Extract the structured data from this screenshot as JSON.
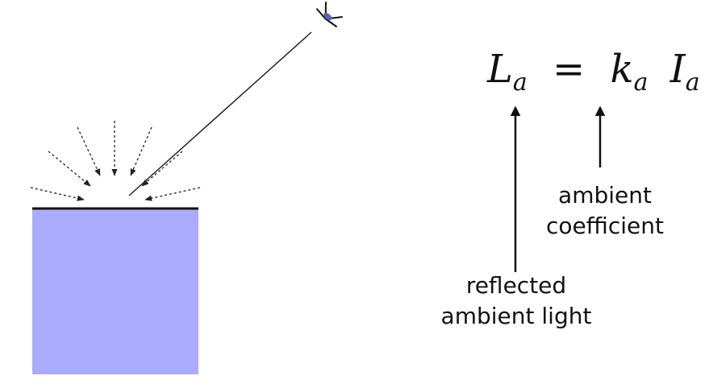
{
  "formula": {
    "lhs": "L",
    "lhs_sub": "a",
    "equals": "=",
    "k": "k",
    "k_sub": "a",
    "i": "I",
    "i_sub": "a"
  },
  "labels": {
    "coefficient_line1": "ambient",
    "coefficient_line2": "coefficient",
    "reflected_line1": "reflected",
    "reflected_line2": "ambient light"
  },
  "colors": {
    "surface_block": "#aaaaff",
    "surface_line": "#111111",
    "eye_pupil": "#5b62b8"
  },
  "icons": {
    "viewer": "eye-icon"
  }
}
